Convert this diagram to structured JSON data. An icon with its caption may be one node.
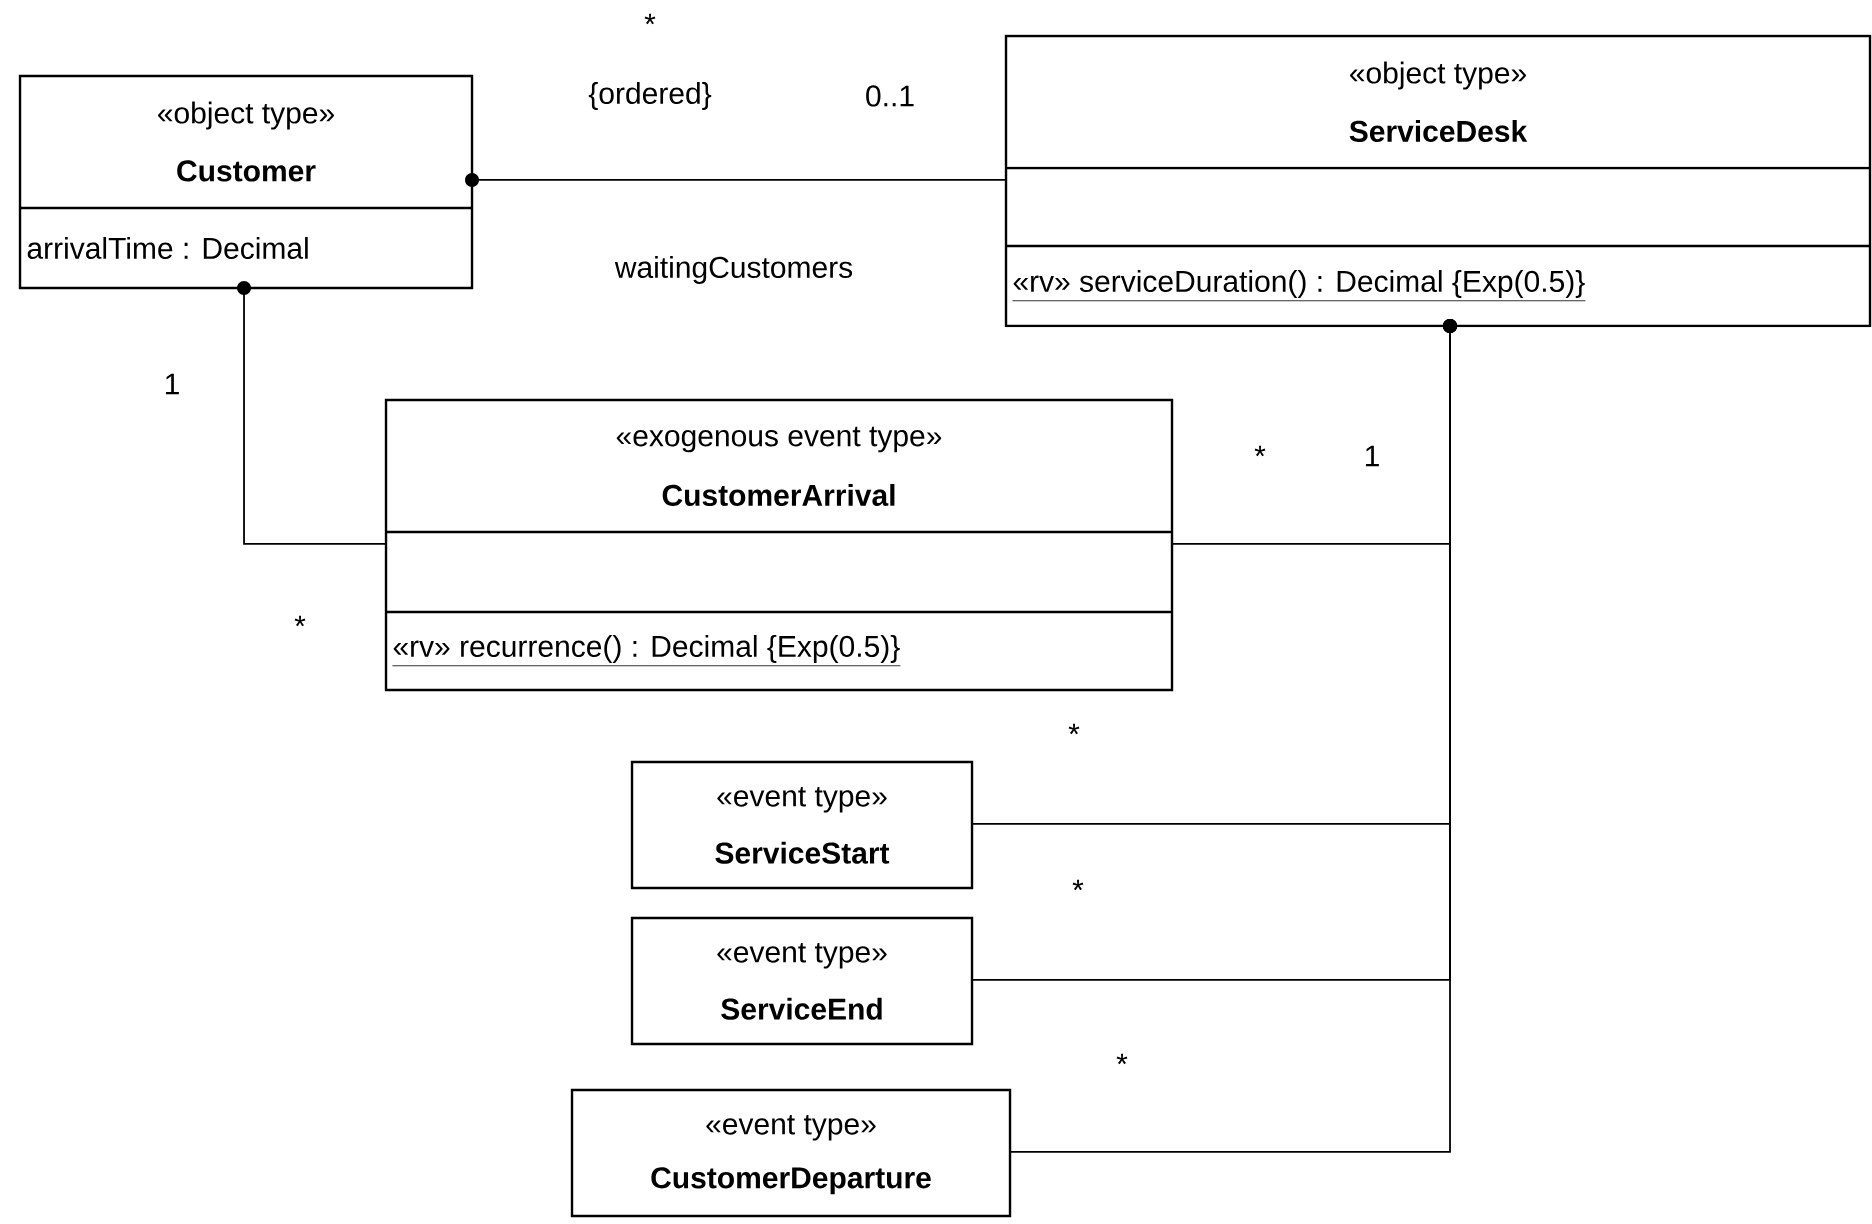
{
  "diagram": {
    "nodes": [
      {
        "text": [
          "«object type»",
          "Customer",
          "arrivalTime : Decimal"
        ]
      },
      {
        "text": [
          "«object type»",
          "ServiceDesk",
          "«rv» serviceDuration() : Decimal {Exp(0.5)}"
        ]
      },
      {
        "text": [
          "«exogenous event type»",
          "CustomerArrival",
          "«rv» recurrence() : Decimal {Exp(0.5)}"
        ]
      },
      {
        "text": [
          "«event type»",
          "ServiceStart"
        ]
      },
      {
        "text": [
          "«event type»",
          "ServiceEnd"
        ]
      },
      {
        "text": [
          "«event type»",
          "CustomerDeparture"
        ]
      }
    ],
    "edges": [
      {
        "from": 0,
        "to": 1,
        "arrow": "other"
      },
      {
        "from": 0,
        "to": 2,
        "arrow": "other"
      },
      {
        "from": 1,
        "to": 2,
        "arrow": "other"
      },
      {
        "from": 1,
        "to": 3,
        "arrow": "other"
      },
      {
        "from": 1,
        "to": 4,
        "arrow": "other"
      },
      {
        "from": 1,
        "to": 5,
        "arrow": "other"
      }
    ],
    "labels": [
      "*",
      "{ordered}",
      "0..1",
      "waitingCustomers",
      "1",
      "*",
      "*",
      "1",
      "*",
      "*",
      "*"
    ]
  }
}
